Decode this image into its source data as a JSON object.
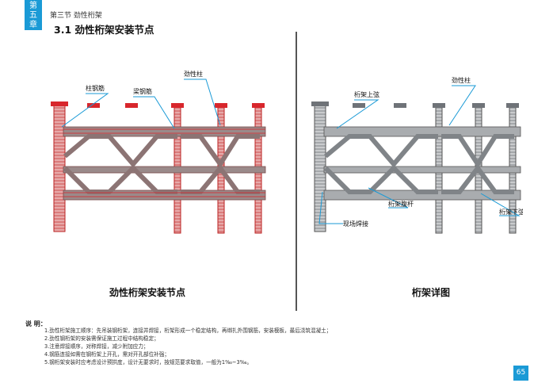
{
  "header": {
    "chapter_tab": [
      "第",
      "五",
      "章"
    ],
    "section_label": "第三节  劲性桁架",
    "page_title": "3.1  劲性桁架安装节点"
  },
  "figures": {
    "left": {
      "caption": "劲性桁架安装节点",
      "labels": {
        "column_rebar": "柱钢筋",
        "beam_rebar": "梁钢筋",
        "steel_column": "劲性柱"
      }
    },
    "right": {
      "caption": "桁架详图",
      "labels": {
        "top_chord": "桁架上弦",
        "steel_column": "劲性柱",
        "web_member": "桁架腹杆",
        "site_weld": "现场焊接",
        "bottom_chord": "桁架下弦"
      }
    }
  },
  "notes": {
    "title": "说  明：",
    "items": [
      "1.劲性桁架施工顺序：先吊装钢桁架，连接并焊接，桁架形成一个稳定结构，再绑扎外围钢筋，安装模板，最后浇筑混凝土；",
      "2.劲性钢桁架的安装需保证施工过程中结构稳定；",
      "3.注意焊接顺序，对称焊接，减少附加应力；",
      "4.钢筋连接如需在钢桁架上开孔，需对开孔部位补强；",
      "5.钢桁架安装时应考虑设计预拱度，设计无要求时，按规范要求取值，一般为1‰~3‰。"
    ]
  },
  "page_number": "65",
  "colors": {
    "accent": "#1a9ad6",
    "rebar_red": "#d8262c",
    "steel_gray": "#6f7378"
  }
}
